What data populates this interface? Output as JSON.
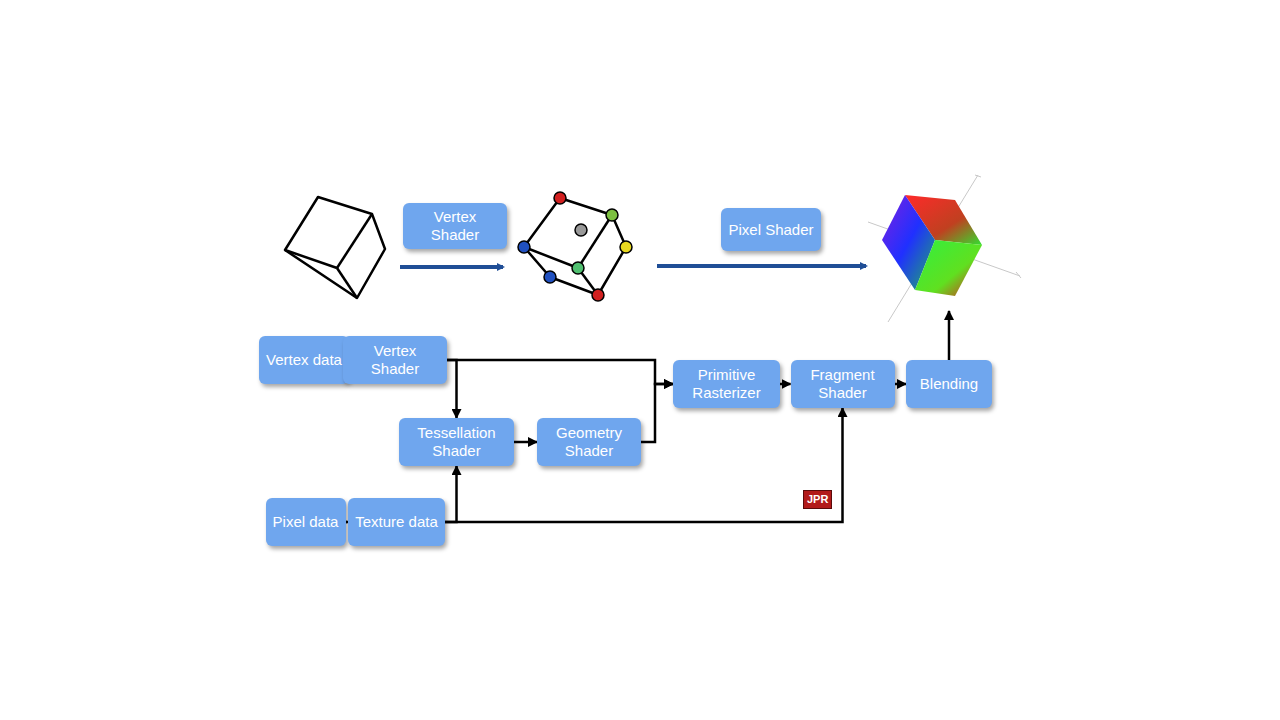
{
  "diagram": {
    "nodes": [
      {
        "text": [
          "Vertex Shader"
        ]
      },
      {
        "text": [
          "Pixel Shader"
        ]
      },
      {
        "text": [
          "Vertex data"
        ]
      },
      {
        "text": [
          "Vertex Shader"
        ]
      },
      {
        "text": [
          "Primitive Rasterizer"
        ]
      },
      {
        "text": [
          "Fragment Shader"
        ]
      },
      {
        "text": [
          "Blending"
        ]
      },
      {
        "text": [
          "Tessellation Shader"
        ]
      },
      {
        "text": [
          "Geometry Shader"
        ]
      },
      {
        "text": [
          "Pixel data"
        ]
      },
      {
        "text": [
          "Texture data"
        ]
      }
    ],
    "edges": [
      {
        "from": 2,
        "to": 3,
        "arrow": "to"
      },
      {
        "from": 3,
        "to": 4,
        "arrow": "to"
      },
      {
        "from": 3,
        "to": 7,
        "arrow": "to"
      },
      {
        "from": 7,
        "to": 8,
        "arrow": "to"
      },
      {
        "from": 8,
        "to": 4,
        "arrow": "to"
      },
      {
        "from": 4,
        "to": 5,
        "arrow": "to"
      },
      {
        "from": 5,
        "to": 6,
        "arrow": "to"
      },
      {
        "from": 9,
        "to": 10,
        "arrow": "to"
      },
      {
        "from": 10,
        "to": 7,
        "arrow": "to"
      },
      {
        "from": 10,
        "to": 5,
        "arrow": "to"
      }
    ],
    "labels": [
      "JPR"
    ]
  }
}
